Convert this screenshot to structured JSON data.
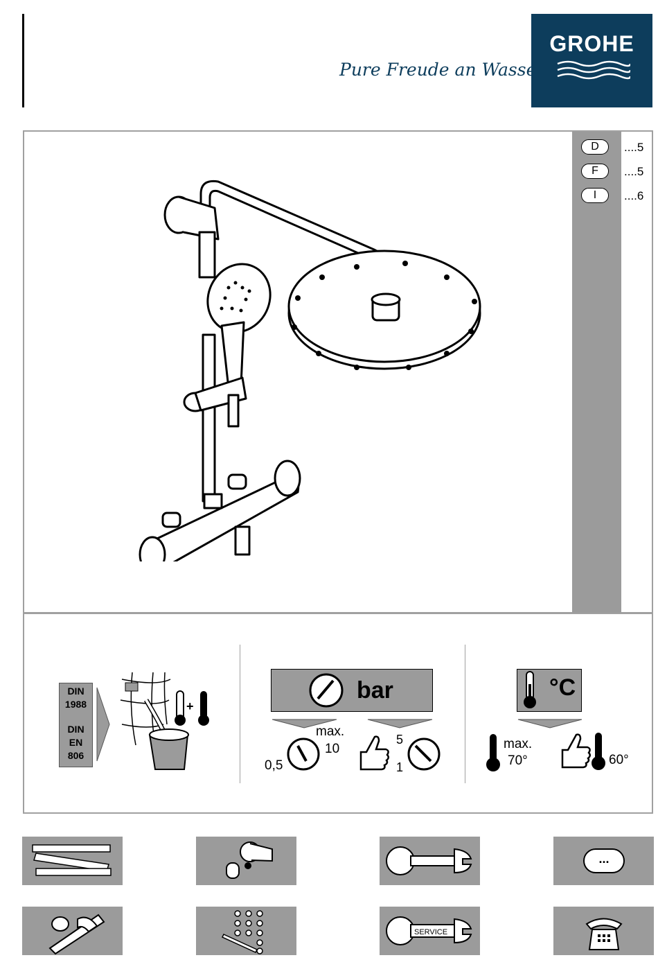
{
  "brand": {
    "logo_text": "GROHE",
    "tagline": "Pure Freude an Wasser"
  },
  "languages": [
    {
      "code": "D",
      "page": "....5"
    },
    {
      "code": "F",
      "page": "....5"
    },
    {
      "code": "I",
      "page": "....6"
    }
  ],
  "standards": {
    "line1": "DIN",
    "line2": "1988",
    "line3": "DIN",
    "line4": "EN",
    "line5": "806"
  },
  "pressure": {
    "unit": "bar",
    "max_label": "max.",
    "max_value": "10",
    "min_value": "0,5",
    "rec_high": "5",
    "rec_low": "1"
  },
  "temperature": {
    "unit": "°C",
    "max_label": "max.",
    "max_value": "70°",
    "rec_value": "60°"
  },
  "tiles": {
    "row1": [
      "ruler-icon",
      "assembly-icon",
      "wrench-icon",
      "more-icon"
    ],
    "row2": [
      "cleaning-icon",
      "spare-parts-icon",
      "service-wrench-icon",
      "phone-icon"
    ],
    "more_label": "...",
    "service_label": "SERVICE"
  },
  "colors": {
    "brand_blue": "#0d3d5c",
    "panel_gray": "#9b9b9b"
  }
}
